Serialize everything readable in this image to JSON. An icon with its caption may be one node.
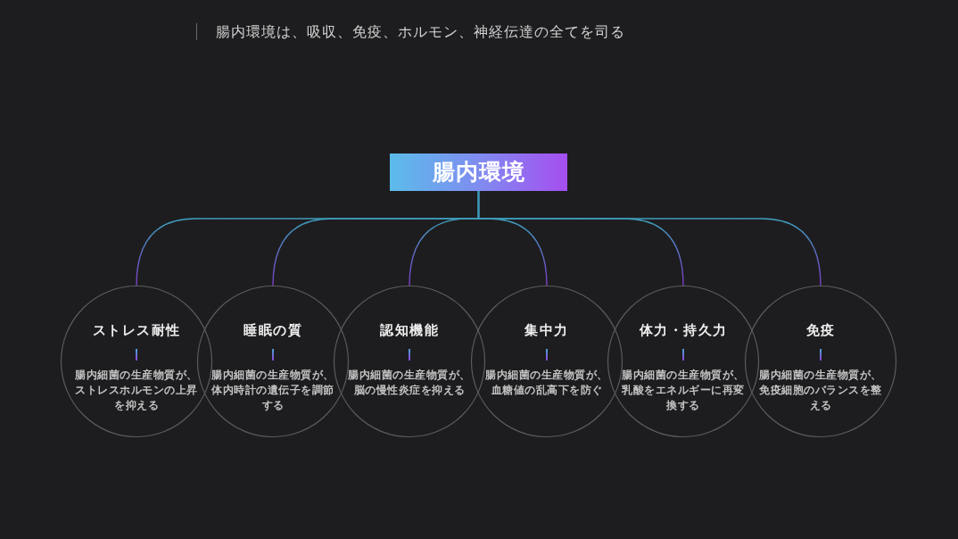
{
  "diagram": {
    "title": "腸内環境は、吸収、免疫、ホルモン、神経伝達の全てを司る",
    "nodes": [
      {
        "text": [
          "腸内環境"
        ]
      },
      {
        "text": [
          "ストレス耐性",
          "腸内細菌の生産物質が、ストレスホルモンの上昇を抑える"
        ]
      },
      {
        "text": [
          "睡眠の質",
          "腸内細菌の生産物質が、体内時計の遺伝子を調節する"
        ]
      },
      {
        "text": [
          "認知機能",
          "腸内細菌の生産物質が、脳の慢性炎症を抑える"
        ]
      },
      {
        "text": [
          "集中力",
          "腸内細菌の生産物質が、血糖値の乱高下を防ぐ"
        ]
      },
      {
        "text": [
          "体力・持久力",
          "腸内細菌の生産物質が、乳酸をエネルギーに再変換する"
        ]
      },
      {
        "text": [
          "免疫",
          "腸内細菌の生産物質が、免疫細胞のバランスを整える"
        ]
      }
    ],
    "edges": [
      {
        "from": 0,
        "to": 1,
        "arrow": "none"
      },
      {
        "from": 0,
        "to": 2,
        "arrow": "none"
      },
      {
        "from": 0,
        "to": 3,
        "arrow": "none"
      },
      {
        "from": 0,
        "to": 4,
        "arrow": "none"
      },
      {
        "from": 0,
        "to": 5,
        "arrow": "none"
      },
      {
        "from": 0,
        "to": 6,
        "arrow": "none"
      }
    ]
  }
}
